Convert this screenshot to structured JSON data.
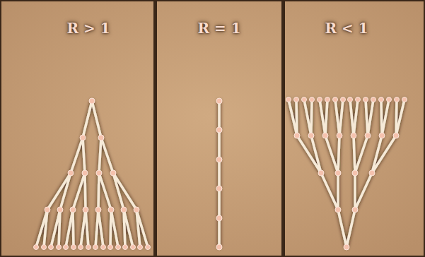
{
  "diagram": {
    "labels": [
      "R > 1",
      "R = 1",
      "R < 1"
    ]
  }
}
